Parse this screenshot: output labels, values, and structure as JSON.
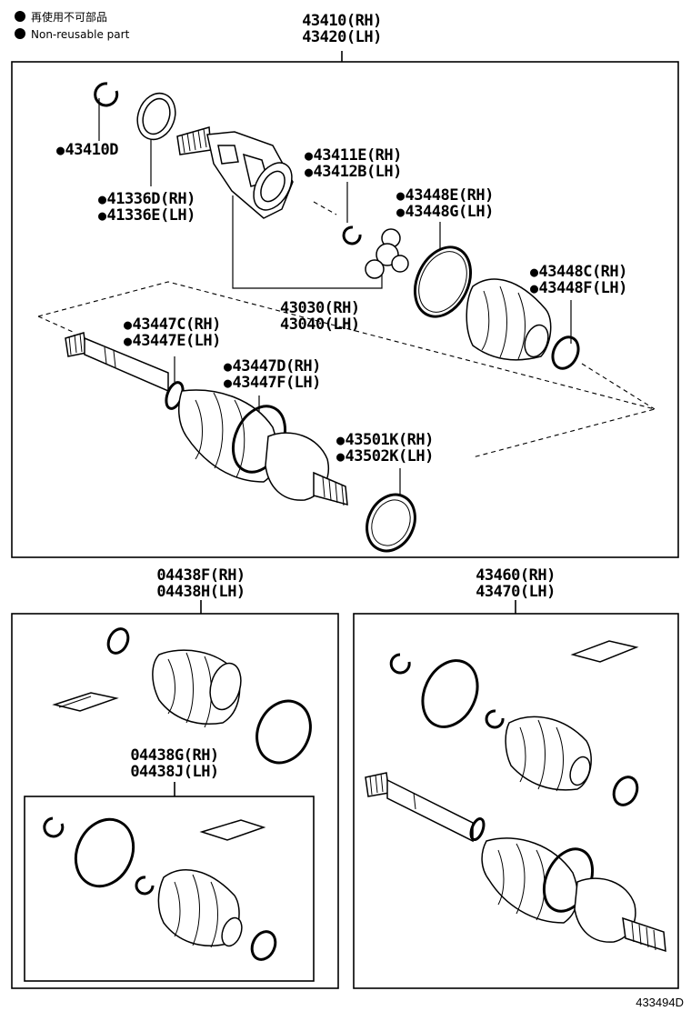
{
  "legend": {
    "jp": "再使用不可部品",
    "en": "Non-reusable part"
  },
  "top_assembly": {
    "rh": "43410(RH)",
    "lh": "43420(LH)"
  },
  "parts": {
    "p43410D": "43410D",
    "p41336D": "41336D(RH)",
    "p41336E": "41336E(LH)",
    "p43411E": "43411E(RH)",
    "p43412B": "43412B(LH)",
    "p43448E": "43448E(RH)",
    "p43448G": "43448G(LH)",
    "p43448C": "43448C(RH)",
    "p43448F": "43448F(LH)",
    "p43030": "43030(RH)",
    "p43040": "43040(LH)",
    "p43447C": "43447C(RH)",
    "p43447E": "43447E(LH)",
    "p43447D": "43447D(RH)",
    "p43447F": "43447F(LH)",
    "p43501K": "43501K(RH)",
    "p43502K": "43502K(LH)"
  },
  "kit_left": {
    "rh": "04438F(RH)",
    "lh": "04438H(LH)"
  },
  "kit_left_inner": {
    "rh": "04438G(RH)",
    "lh": "04438J(LH)"
  },
  "kit_right": {
    "rh": "43460(RH)",
    "lh": "43470(LH)"
  },
  "doc_id": "433494D"
}
